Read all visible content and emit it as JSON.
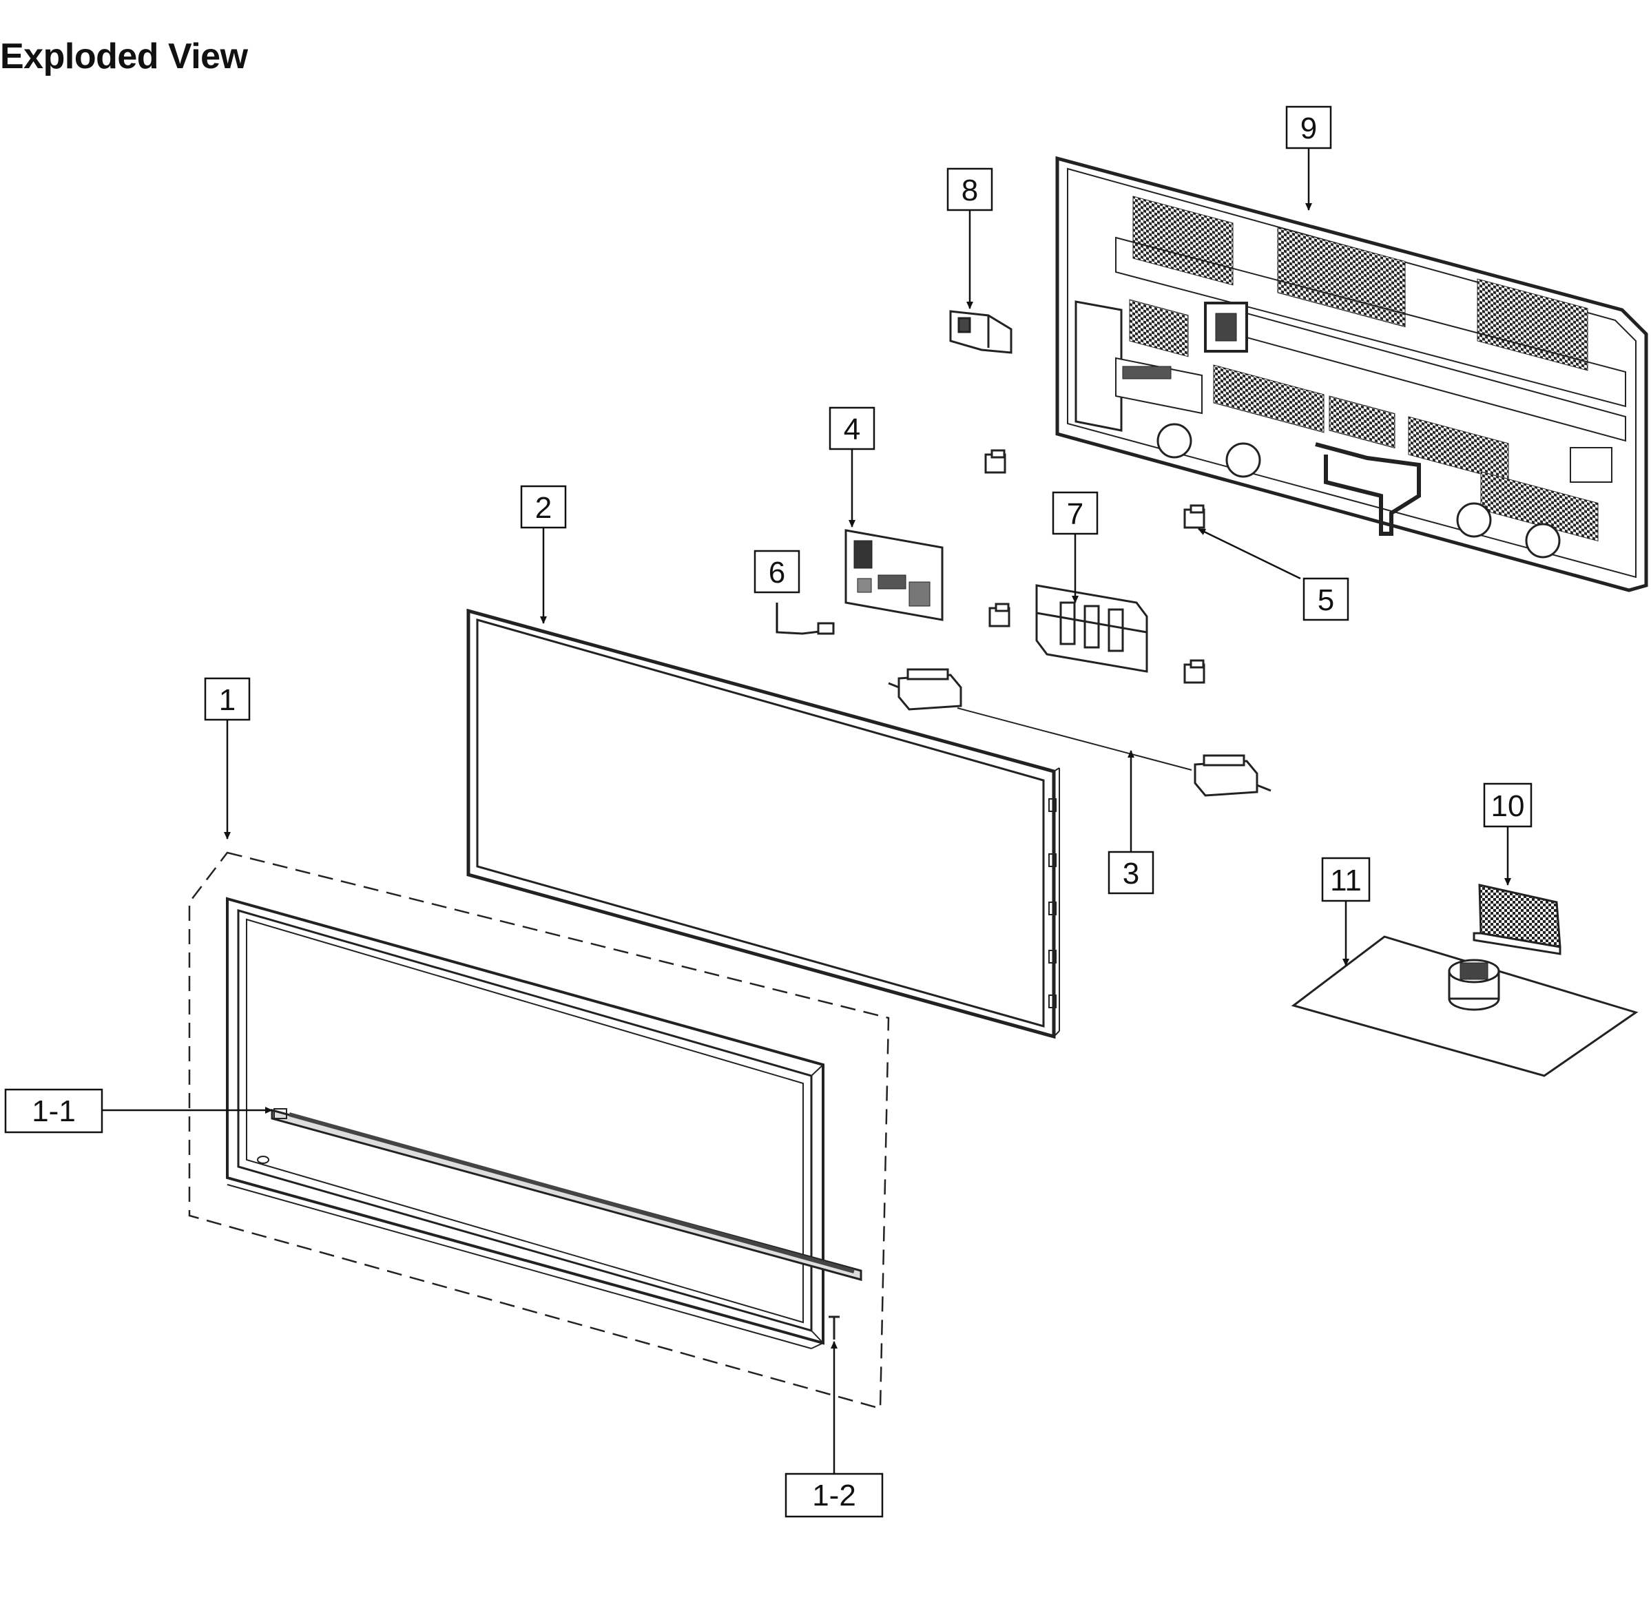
{
  "title": "Exploded View",
  "callouts": {
    "c1": "1",
    "c1_1": "1-1",
    "c1_2": "1-2",
    "c2": "2",
    "c3": "3",
    "c4": "4",
    "c5": "5",
    "c6": "6",
    "c7": "7",
    "c8": "8",
    "c9": "9",
    "c10": "10",
    "c11": "11"
  }
}
